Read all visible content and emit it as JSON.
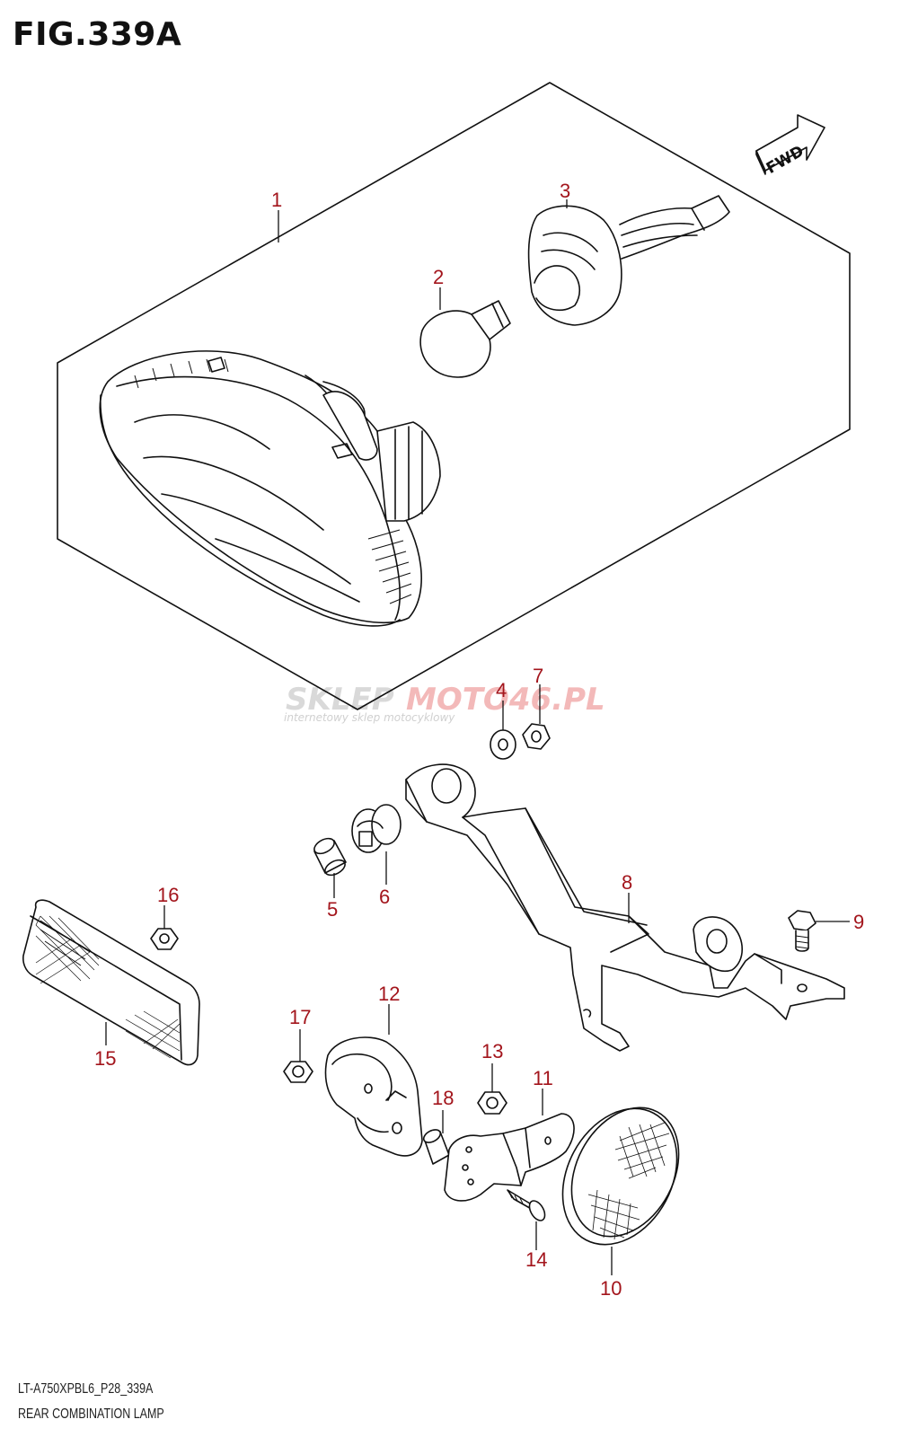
{
  "figure_title": "FIG.339A",
  "footer": {
    "code": "LT-A750XPBL6_P28_339A",
    "name": "REAR COMBINATION LAMP"
  },
  "fwd_label": "FWD",
  "watermark": {
    "brand_left": "SKLEP",
    "brand_right": "MOTO46.PL",
    "tagline": "internetowy sklep motocyklowy"
  },
  "callouts": [
    "1",
    "2",
    "3",
    "4",
    "5",
    "6",
    "7",
    "8",
    "9",
    "10",
    "11",
    "12",
    "13",
    "14",
    "15",
    "16",
    "17",
    "18"
  ],
  "colors": {
    "callout": "#a3151c",
    "line": "#111111",
    "background": "#ffffff"
  }
}
